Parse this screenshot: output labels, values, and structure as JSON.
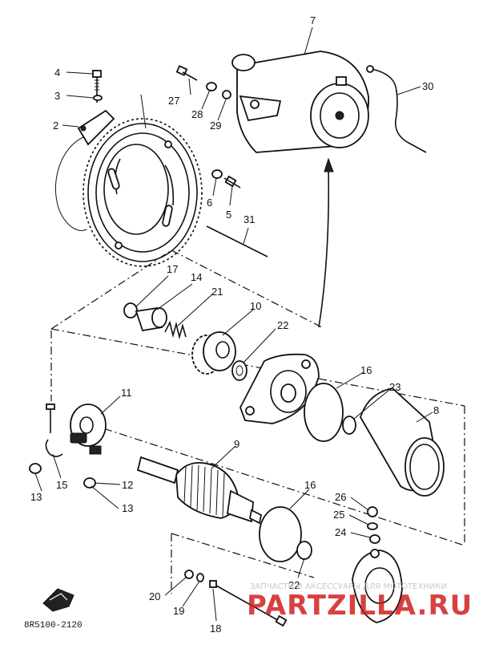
{
  "diagram": {
    "labels": [
      {
        "id": "4",
        "text": "4"
      },
      {
        "id": "3",
        "text": "3"
      },
      {
        "id": "2",
        "text": "2"
      },
      {
        "id": "27",
        "text": "27"
      },
      {
        "id": "28",
        "text": "28"
      },
      {
        "id": "29",
        "text": "29"
      },
      {
        "id": "7",
        "text": "7"
      },
      {
        "id": "30",
        "text": "30"
      },
      {
        "id": "6",
        "text": "6"
      },
      {
        "id": "5",
        "text": "5"
      },
      {
        "id": "31",
        "text": "31"
      },
      {
        "id": "17",
        "text": "17"
      },
      {
        "id": "14",
        "text": "14"
      },
      {
        "id": "21",
        "text": "21"
      },
      {
        "id": "10",
        "text": "10"
      },
      {
        "id": "22a",
        "text": "22"
      },
      {
        "id": "16a",
        "text": "16"
      },
      {
        "id": "23",
        "text": "23"
      },
      {
        "id": "8",
        "text": "8"
      },
      {
        "id": "11",
        "text": "11"
      },
      {
        "id": "9",
        "text": "9"
      },
      {
        "id": "13a",
        "text": "13"
      },
      {
        "id": "15",
        "text": "15"
      },
      {
        "id": "12",
        "text": "12"
      },
      {
        "id": "13b",
        "text": "13"
      },
      {
        "id": "16b",
        "text": "16"
      },
      {
        "id": "26",
        "text": "26"
      },
      {
        "id": "25",
        "text": "25"
      },
      {
        "id": "24",
        "text": "24"
      },
      {
        "id": "22b",
        "text": "22"
      },
      {
        "id": "20",
        "text": "20"
      },
      {
        "id": "19",
        "text": "19"
      },
      {
        "id": "18",
        "text": "18"
      }
    ],
    "code": "8R5100-2120",
    "watermark": {
      "caption": "ЗАПЧАСТИ И АКСЕССУАРЫ ДЛЯ МОТОТЕХНИКИ",
      "brand": "PARTZILLA.RU"
    }
  }
}
